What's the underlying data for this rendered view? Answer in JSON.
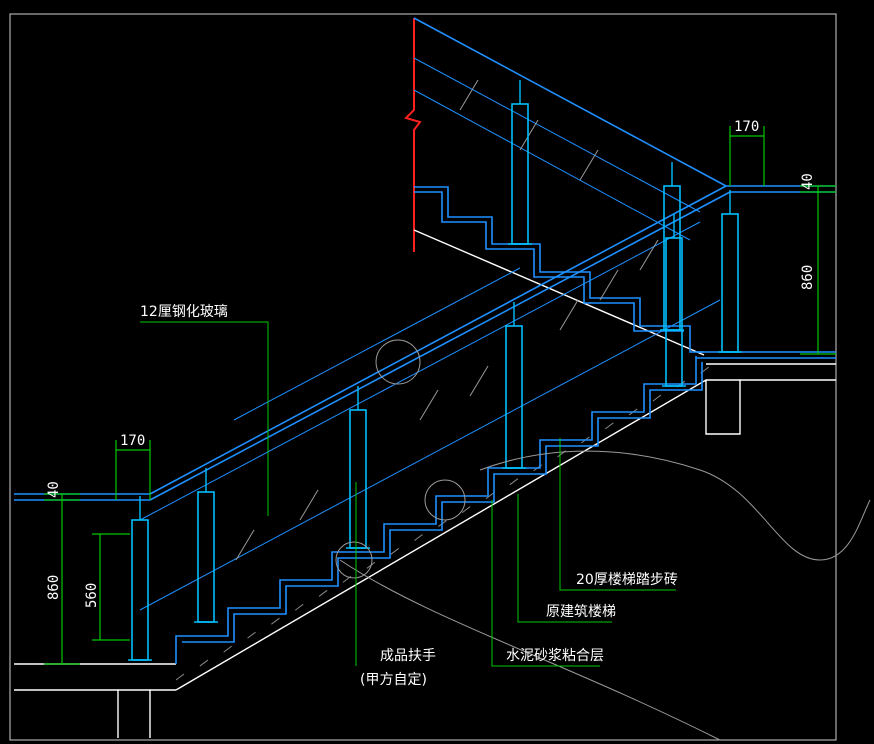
{
  "labels": {
    "glass": "12厘钢化玻璃",
    "tile": "20厚楼梯踏步砖",
    "stair": "原建筑楼梯",
    "mortar": "水泥砂浆粘合层",
    "handrail": "成品扶手",
    "handrail_note": "(甲方自定)"
  },
  "dimensions": {
    "post_width_top": "170",
    "post_width_left": "170",
    "top_gap_right": "40",
    "top_gap_left": "40",
    "height_right": "860",
    "height_left": "860",
    "glass_height": "560"
  },
  "colors": {
    "background": "#000000",
    "rail": "#1e90ff",
    "post": "#00bfff",
    "dimension": "#00c800",
    "leader": "#00c800",
    "break_line": "#ff2020",
    "structure": "#ffffff",
    "hatch": "#8a8a8a",
    "text": "#ffffff"
  }
}
